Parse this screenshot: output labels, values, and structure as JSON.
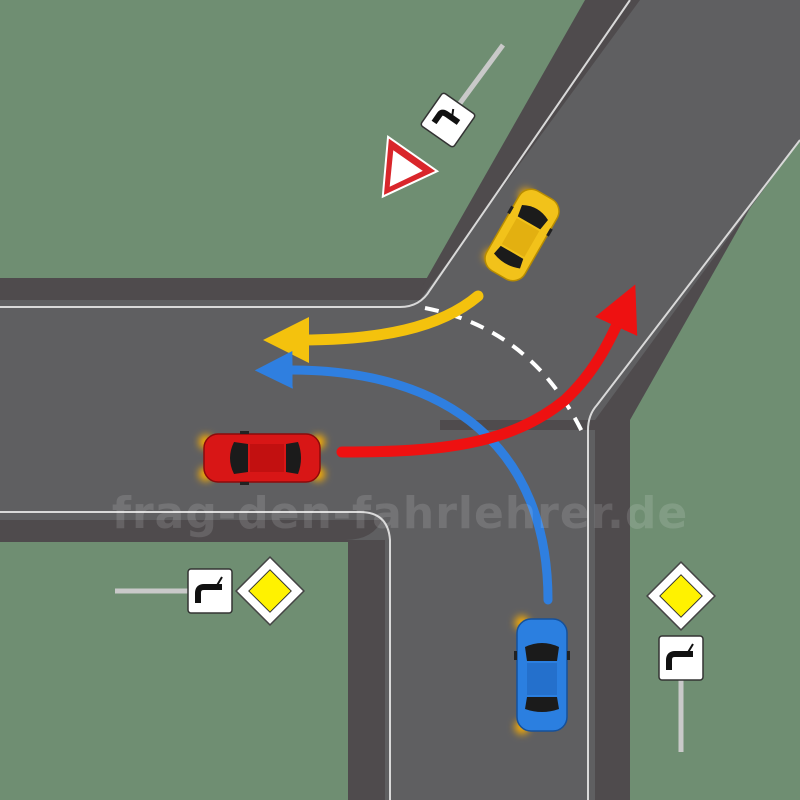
{
  "scene": {
    "description_free": true,
    "colors": {
      "grass": "#6f8e72",
      "asphalt": "#5f5f61",
      "curb": "#4f4b4d",
      "lane_line": "#d9d9d9",
      "yield_line": "#ffffff",
      "arrow_yellow": "#f4c20d",
      "arrow_blue": "#2f7fe0",
      "arrow_red": "#ee1111",
      "car_yellow": "#f2c21a",
      "car_red": "#d81616",
      "car_blue": "#2b7fe0",
      "indicator": "#ffb000",
      "sign_red": "#d9262b",
      "sign_yellow": "#fff200"
    },
    "icons": [
      "yield-sign-icon",
      "priority-road-sign-icon",
      "priority-route-plate-icon"
    ],
    "vehicles": [
      {
        "name": "yellow-car",
        "indicator": "left"
      },
      {
        "name": "red-car",
        "indicator": "hazard"
      },
      {
        "name": "blue-car",
        "indicator": "left"
      }
    ]
  },
  "watermark": {
    "text": "frag-den-fahrlehrer.de"
  }
}
